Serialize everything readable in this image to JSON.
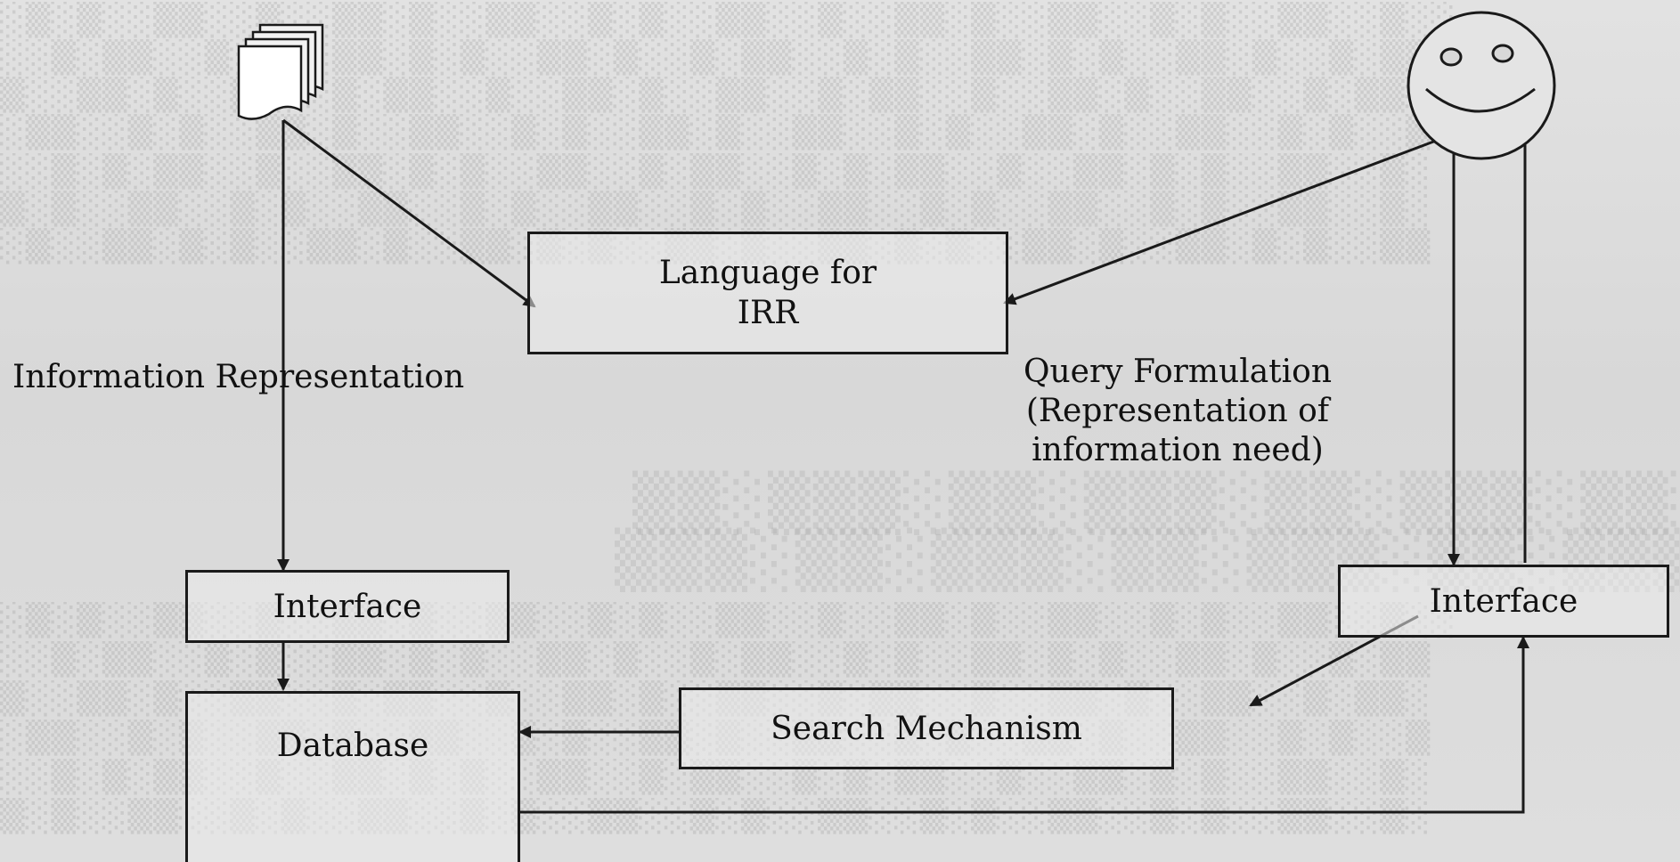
{
  "diagram": {
    "boxes": {
      "language": {
        "line1": "Language for",
        "line2": "IRR"
      },
      "interface_left": "Interface",
      "interface_right": "Interface",
      "search_mechanism": "Search Mechanism",
      "database": "Database"
    },
    "labels": {
      "information_representation": "Information Representation",
      "query_formulation": {
        "line1": "Query Formulation",
        "line2": "(Representation of",
        "line3": "information need)"
      }
    },
    "icons": {
      "documents": "documents-stack-icon",
      "user": "smiley-face-icon"
    },
    "colors": {
      "ink": "#1a1a1a",
      "paper": "#dcdcdc"
    }
  }
}
